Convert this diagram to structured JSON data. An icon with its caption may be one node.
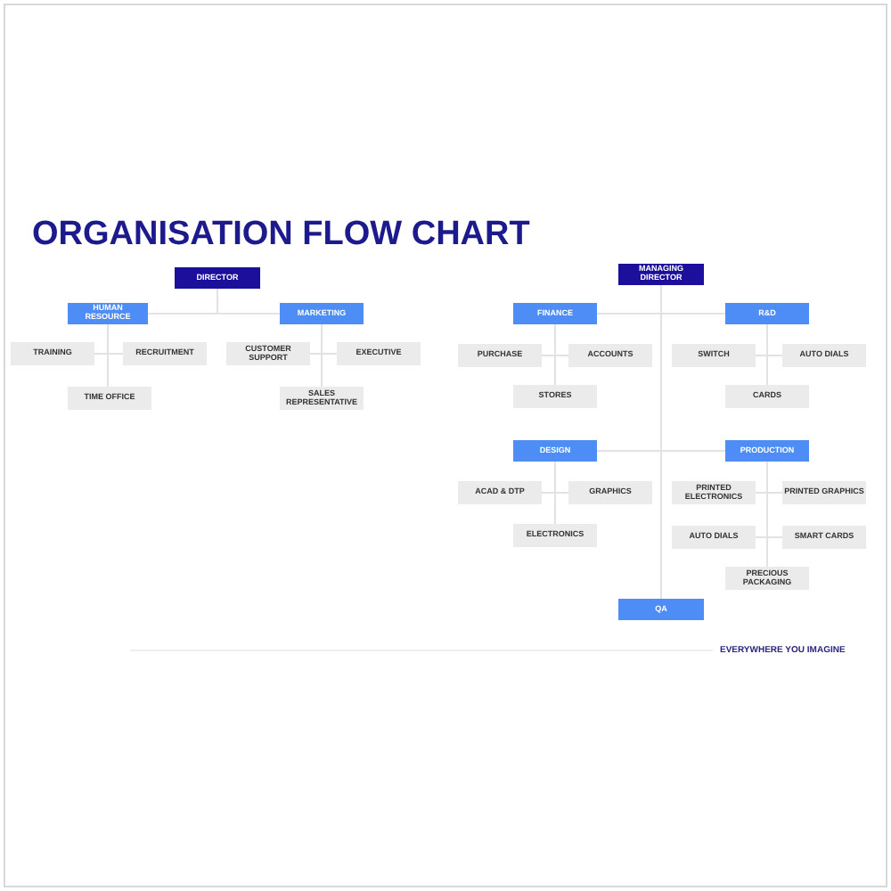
{
  "diagram": {
    "title": "ORGANISATION FLOW CHART",
    "nodes": [
      {
        "text": [
          "DIRECTOR"
        ]
      },
      {
        "text": [
          "HUMAN RESOURCE"
        ]
      },
      {
        "text": [
          "MARKETING"
        ]
      },
      {
        "text": [
          "TRAINING"
        ]
      },
      {
        "text": [
          "RECRUITMENT"
        ]
      },
      {
        "text": [
          "CUSTOMER SUPPORT"
        ]
      },
      {
        "text": [
          "EXECUTIVE"
        ]
      },
      {
        "text": [
          "TIME OFFICE"
        ]
      },
      {
        "text": [
          "SALES REPRESENTATIVE"
        ]
      },
      {
        "text": [
          "MANAGING DIRECTOR"
        ]
      },
      {
        "text": [
          "FINANCE"
        ]
      },
      {
        "text": [
          "R&D"
        ]
      },
      {
        "text": [
          "PURCHASE"
        ]
      },
      {
        "text": [
          "ACCOUNTS"
        ]
      },
      {
        "text": [
          "SWITCH"
        ]
      },
      {
        "text": [
          "AUTO DIALS"
        ]
      },
      {
        "text": [
          "STORES"
        ]
      },
      {
        "text": [
          "CARDS"
        ]
      },
      {
        "text": [
          "DESIGN"
        ]
      },
      {
        "text": [
          "PRODUCTION"
        ]
      },
      {
        "text": [
          "ACAD & DTP"
        ]
      },
      {
        "text": [
          "GRAPHICS"
        ]
      },
      {
        "text": [
          "PRINTED ELECTRONICS"
        ]
      },
      {
        "text": [
          "PRINTED GRAPHICS"
        ]
      },
      {
        "text": [
          "ELECTRONICS"
        ]
      },
      {
        "text": [
          "AUTO DIALS"
        ]
      },
      {
        "text": [
          "SMART CARDS"
        ]
      },
      {
        "text": [
          "PRECIOUS PACKAGING"
        ]
      },
      {
        "text": [
          "QA"
        ]
      }
    ],
    "edges": [
      {
        "from": 0,
        "to": 1,
        "arrow": "none"
      },
      {
        "from": 0,
        "to": 2,
        "arrow": "none"
      },
      {
        "from": 1,
        "to": 3,
        "arrow": "none"
      },
      {
        "from": 1,
        "to": 4,
        "arrow": "none"
      },
      {
        "from": 1,
        "to": 7,
        "arrow": "none"
      },
      {
        "from": 2,
        "to": 5,
        "arrow": "none"
      },
      {
        "from": 2,
        "to": 6,
        "arrow": "none"
      },
      {
        "from": 2,
        "to": 8,
        "arrow": "none"
      },
      {
        "from": 9,
        "to": 10,
        "arrow": "none"
      },
      {
        "from": 9,
        "to": 11,
        "arrow": "none"
      },
      {
        "from": 9,
        "to": 18,
        "arrow": "none"
      },
      {
        "from": 9,
        "to": 19,
        "arrow": "none"
      },
      {
        "from": 9,
        "to": 28,
        "arrow": "none"
      },
      {
        "from": 10,
        "to": 12,
        "arrow": "none"
      },
      {
        "from": 10,
        "to": 13,
        "arrow": "none"
      },
      {
        "from": 10,
        "to": 16,
        "arrow": "none"
      },
      {
        "from": 11,
        "to": 14,
        "arrow": "none"
      },
      {
        "from": 11,
        "to": 15,
        "arrow": "none"
      },
      {
        "from": 11,
        "to": 17,
        "arrow": "none"
      },
      {
        "from": 18,
        "to": 20,
        "arrow": "none"
      },
      {
        "from": 18,
        "to": 21,
        "arrow": "none"
      },
      {
        "from": 18,
        "to": 24,
        "arrow": "none"
      },
      {
        "from": 19,
        "to": 22,
        "arrow": "none"
      },
      {
        "from": 19,
        "to": 23,
        "arrow": "none"
      },
      {
        "from": 19,
        "to": 25,
        "arrow": "none"
      },
      {
        "from": 19,
        "to": 26,
        "arrow": "none"
      },
      {
        "from": 19,
        "to": 27,
        "arrow": "none"
      }
    ],
    "labels": [
      "EVERYWHERE YOU IMAGINE"
    ]
  }
}
